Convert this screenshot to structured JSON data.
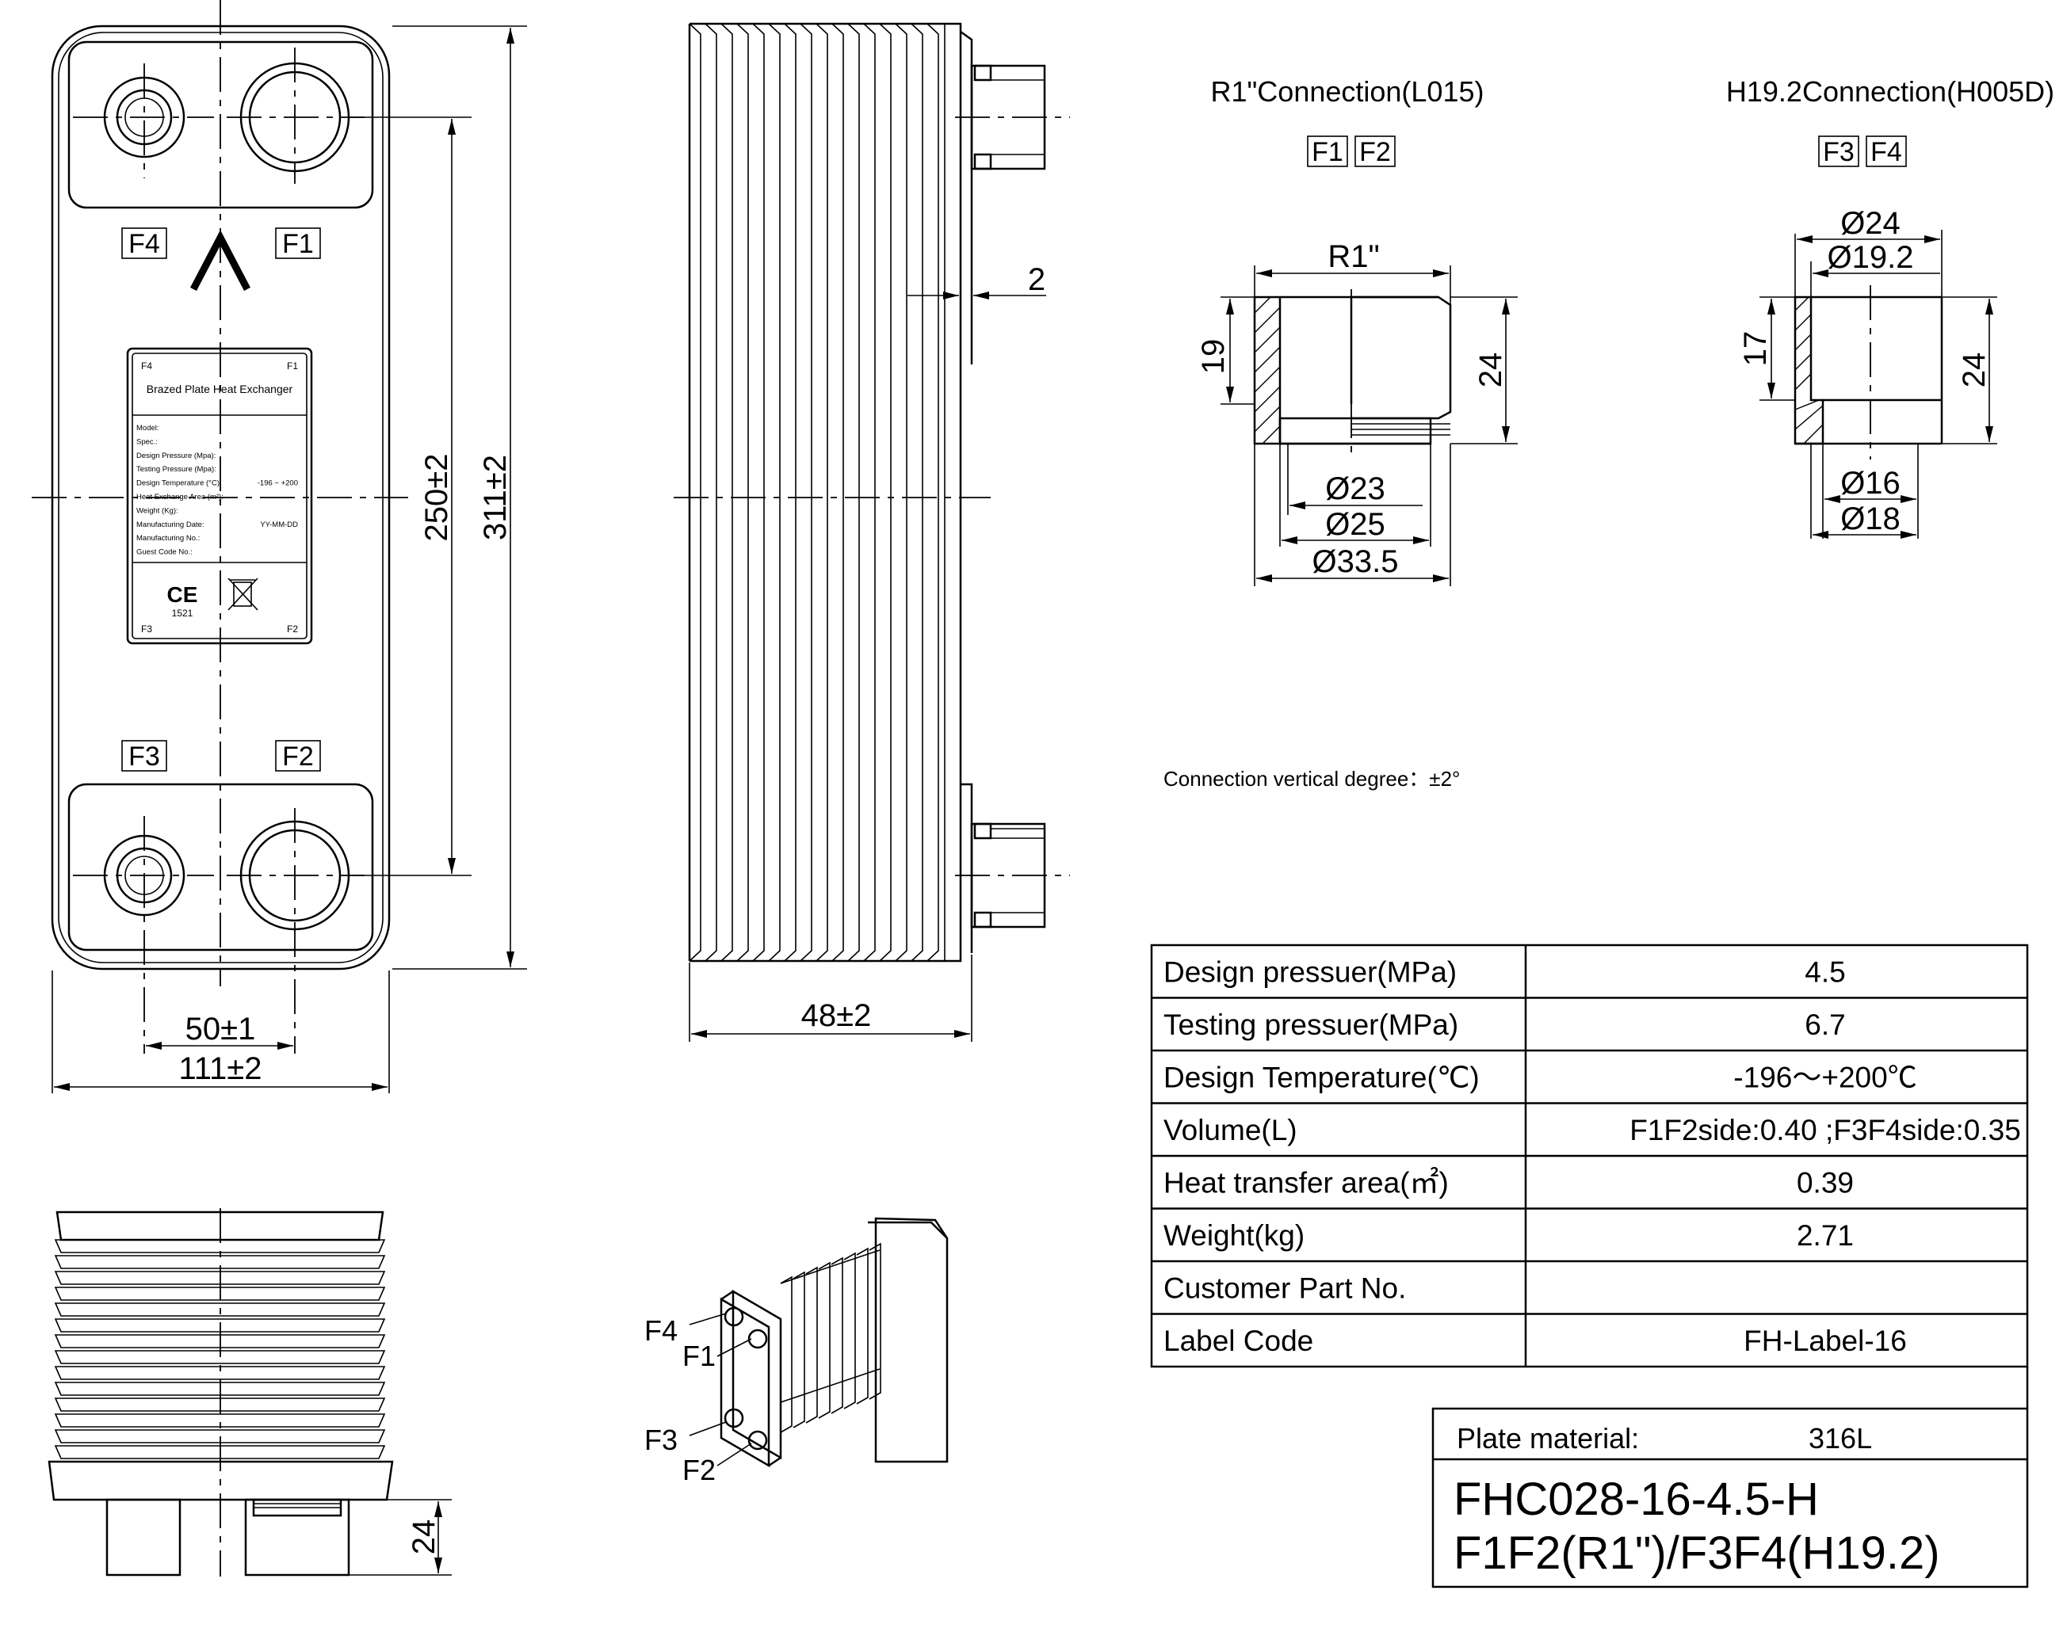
{
  "front_view": {
    "port_labels": {
      "f4": "F4",
      "f1": "F1",
      "f3": "F3",
      "f2": "F2"
    },
    "dims": {
      "port_spacing": "50±1",
      "width": "111±2",
      "port_vertical": "250±2",
      "height": "311±2"
    },
    "nameplate": {
      "corner_f4": "F4",
      "corner_f1": "F1",
      "corner_f3": "F3",
      "corner_f2": "F2",
      "title": "Brazed Plate Heat Exchanger",
      "fields": [
        {
          "label": "Model:",
          "value": ""
        },
        {
          "label": "Spec.:",
          "value": ""
        },
        {
          "label": "Design Pressure (Mpa):",
          "value": ""
        },
        {
          "label": "Testing Pressure (Mpa):",
          "value": ""
        },
        {
          "label": "Design Temperature (°C):",
          "value": "-196 ~ +200"
        },
        {
          "label": "Heat Exchange Area (m²):",
          "value": ""
        },
        {
          "label": "Weight (Kg):",
          "value": ""
        },
        {
          "label": "Manufacturing Date:",
          "value": "YY-MM-DD"
        },
        {
          "label": "Manufacturing No.:",
          "value": ""
        },
        {
          "label": "Guest Code No.:",
          "value": ""
        }
      ],
      "ce_mark": "CE",
      "ce_number": "1521"
    }
  },
  "side_view": {
    "dims": {
      "depth": "48±2",
      "offset": "2"
    }
  },
  "bottom_view": {
    "dims": {
      "connection_height": "24"
    }
  },
  "iso_view": {
    "labels": {
      "f4": "F4",
      "f1": "F1",
      "f3": "F3",
      "f2": "F2"
    }
  },
  "connection_r1": {
    "title": "R1\"Connection(L015)",
    "ports": [
      "F1",
      "F2"
    ],
    "dims": {
      "thread": "R1\"",
      "h_19": "19",
      "h_24": "24",
      "d_23": "Ø23",
      "d_25": "Ø25",
      "d_335": "Ø33.5"
    }
  },
  "connection_h192": {
    "title": "H19.2Connection(H005D)",
    "ports": [
      "F3",
      "F4"
    ],
    "dims": {
      "d_24": "Ø24",
      "d_192": "Ø19.2",
      "h_17": "17",
      "h_24": "24",
      "d_16": "Ø16",
      "d_18": "Ø18"
    }
  },
  "note": "Connection vertical degree：±2°",
  "spec_table": [
    {
      "label": "Design pressuer(MPa)",
      "value": "4.5"
    },
    {
      "label": "Testing pressuer(MPa)",
      "value": "6.7"
    },
    {
      "label": "Design Temperature(℃)",
      "value": "-196～+200℃"
    },
    {
      "label": "Volume(L)",
      "value": "F1F2side:0.40 ;F3F4side:0.35"
    },
    {
      "label": "Heat transfer area(㎡)",
      "value": "0.39"
    },
    {
      "label": "Weight(kg)",
      "value": "2.71"
    },
    {
      "label": "Customer Part No.",
      "value": ""
    },
    {
      "label": "Label Code",
      "value": "FH-Label-16"
    }
  ],
  "title_block": {
    "plate_material_label": "Plate material:",
    "plate_material_value": "316L",
    "model_line1": "FHC028-16-4.5-H",
    "model_line2": "F1F2(R1\")/F3F4(H19.2)"
  }
}
